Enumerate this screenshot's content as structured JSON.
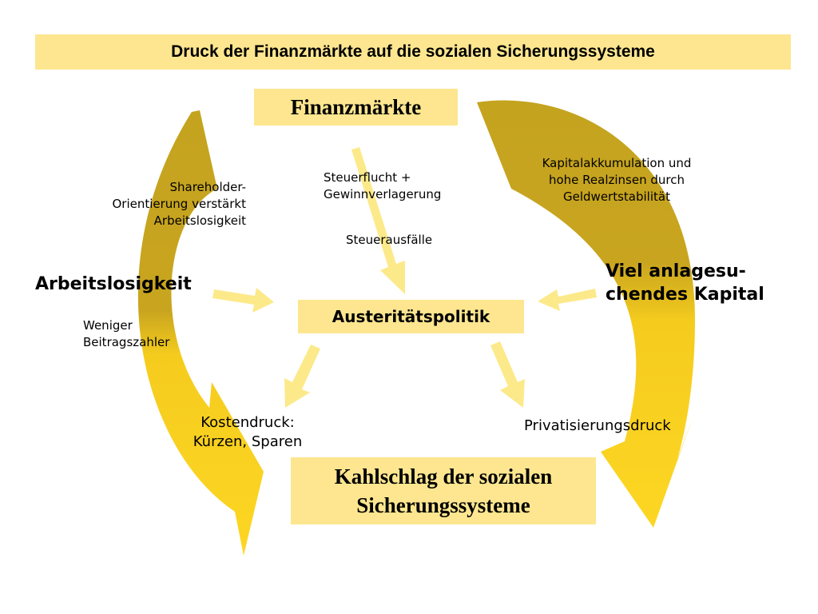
{
  "title": "Druck der Finanzmärkte auf die sozialen Sicherungssysteme",
  "nodes": {
    "finanzmaerkte": "Finanzmärkte",
    "austeritaetspolitik": "Austeritätspolitik",
    "kahlschlag": "Kahlschlag der sozialen\nSicherungssysteme",
    "arbeitslosigkeit": "Arbeitslosigkeit",
    "kapital": "Viel anlagesu-\nchendes Kapital"
  },
  "annotations": {
    "shareholder": "Shareholder-\nOrientierung verstärkt\nArbeitslosigkeit",
    "steuerflucht": "Steuerflucht +\nGewinnverlagerung",
    "steuerausfaelle": "Steuerausfälle",
    "kapitalakkumulation": "Kapitalakkumulation und\nhohe Realzinsen durch\nGeldwertstabilität",
    "beitragszahler": "Weniger\nBeitragszahler",
    "kostendruck": "Kostendruck:\nKürzen, Sparen",
    "privatisierung": "Privatisierungsdruck"
  },
  "colors": {
    "box_fill": "#fde68f",
    "arrow_gold_dark": "#c9a51f",
    "arrow_gold_bright": "#fcd322",
    "arrow_light": "#fce98a"
  }
}
